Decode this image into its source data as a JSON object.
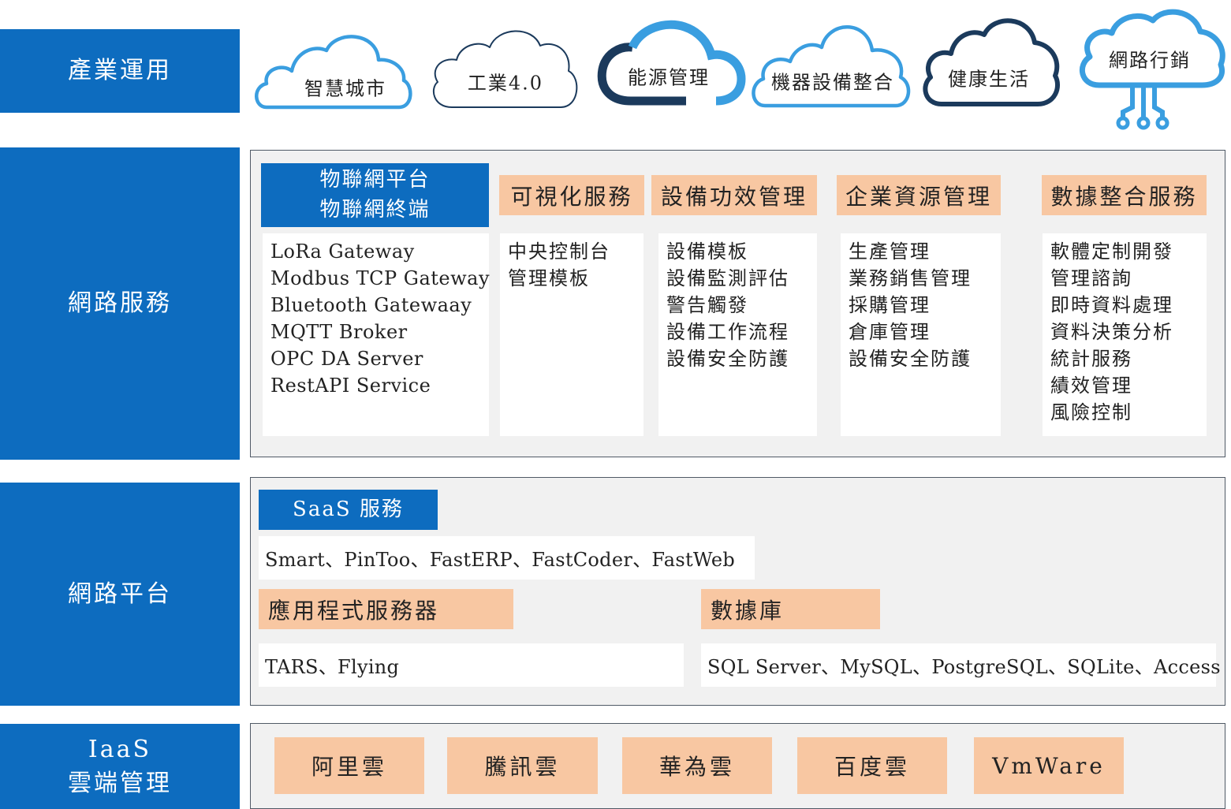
{
  "tiers": {
    "industry": "產業運用",
    "services": "網路服務",
    "platform": "網路平台",
    "iaas_line1": "IaaS",
    "iaas_line2": "雲端管理"
  },
  "clouds": [
    "智慧城市",
    "工業4.0",
    "能源管理",
    "機器設備整合",
    "健康生活",
    "網路行銷"
  ],
  "services": {
    "iot_header_line1": "物聯網平台",
    "iot_header_line2": "物聯網終端",
    "iot_items": [
      "LoRa Gateway",
      "Modbus TCP Gateway",
      "Bluetooth Gatewaay",
      "MQTT Broker",
      "OPC DA Server",
      "RestAPI Service"
    ],
    "visual_header": "可視化服務",
    "visual_items": [
      "中央控制台",
      "管理模板"
    ],
    "equipment_header": "設備功效管理",
    "equipment_items": [
      "設備模板",
      "設備監測評估",
      "警告觸發",
      "設備工作流程",
      "設備安全防護"
    ],
    "erp_header": "企業資源管理",
    "erp_items": [
      "生產管理",
      "業務銷售管理",
      "採購管理",
      "倉庫管理",
      "設備安全防護"
    ],
    "data_header": "數據整合服務",
    "data_items": [
      "軟體定制開發",
      "管理諮詢",
      "即時資料處理",
      "資料決策分析",
      "統計服務",
      "績效管理",
      "風險控制"
    ]
  },
  "platform": {
    "saas_header": "SaaS 服務",
    "saas_products": "Smart、PinToo、FastERP、FastCoder、FastWeb",
    "app_server_header": "應用程式服務器",
    "app_server_products": "TARS、Flying",
    "database_header": "數據庫",
    "database_products": "SQL Server、MySQL、PostgreSQL、SQLite、Access"
  },
  "iaas_providers": [
    "阿里雲",
    "騰訊雲",
    "華為雲",
    "百度雲",
    "VmWare"
  ],
  "colors": {
    "blue": "#0d6cbf",
    "orange": "#f8c7a2",
    "cloud_light_blue": "#3a9ee0",
    "cloud_navy": "#1b3a5c",
    "panel_gray": "#f1f1f1"
  }
}
